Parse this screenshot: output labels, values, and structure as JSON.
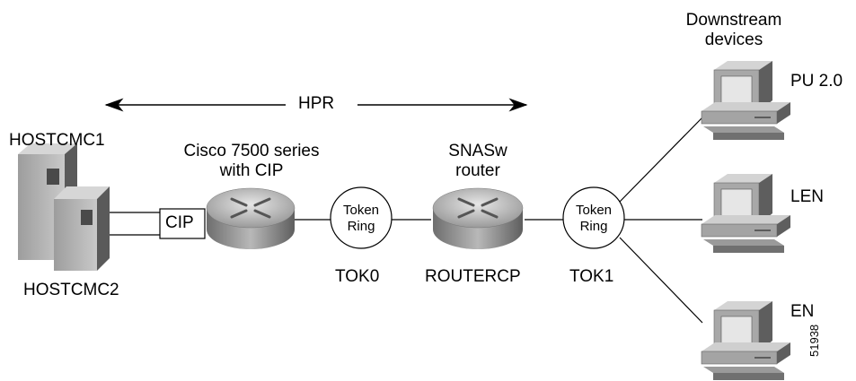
{
  "hpr_label": "HPR",
  "hosts": {
    "host1": "HOSTCMC1",
    "host2": "HOSTCMC2"
  },
  "cip_label": "CIP",
  "cisco_router": {
    "line1": "Cisco 7500 series",
    "line2": "with CIP"
  },
  "snasw_router": {
    "line1": "SNASw",
    "line2": "router",
    "name": "ROUTERCP"
  },
  "token_rings": [
    {
      "line1": "Token",
      "line2": "Ring",
      "name": "TOK0"
    },
    {
      "line1": "Token",
      "line2": "Ring",
      "name": "TOK1"
    }
  ],
  "downstream": {
    "line1": "Downstream",
    "line2": "devices",
    "devices": [
      "PU 2.0",
      "LEN",
      "EN"
    ]
  },
  "figure_id": "51938"
}
